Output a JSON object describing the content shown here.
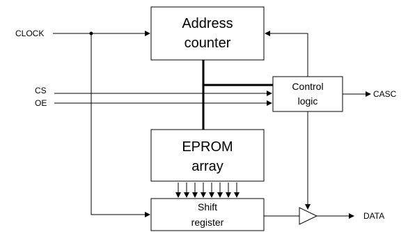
{
  "blocks": {
    "address_counter": [
      "Address",
      "counter"
    ],
    "control_logic": [
      "Control",
      "logic"
    ],
    "eprom_array": [
      "EPROM",
      "array"
    ],
    "shift_register": [
      "Shift",
      "register"
    ]
  },
  "signals": {
    "clock": "CLOCK",
    "cs": "CS",
    "oe": "OE",
    "casc": "CASC",
    "data": "DATA"
  }
}
